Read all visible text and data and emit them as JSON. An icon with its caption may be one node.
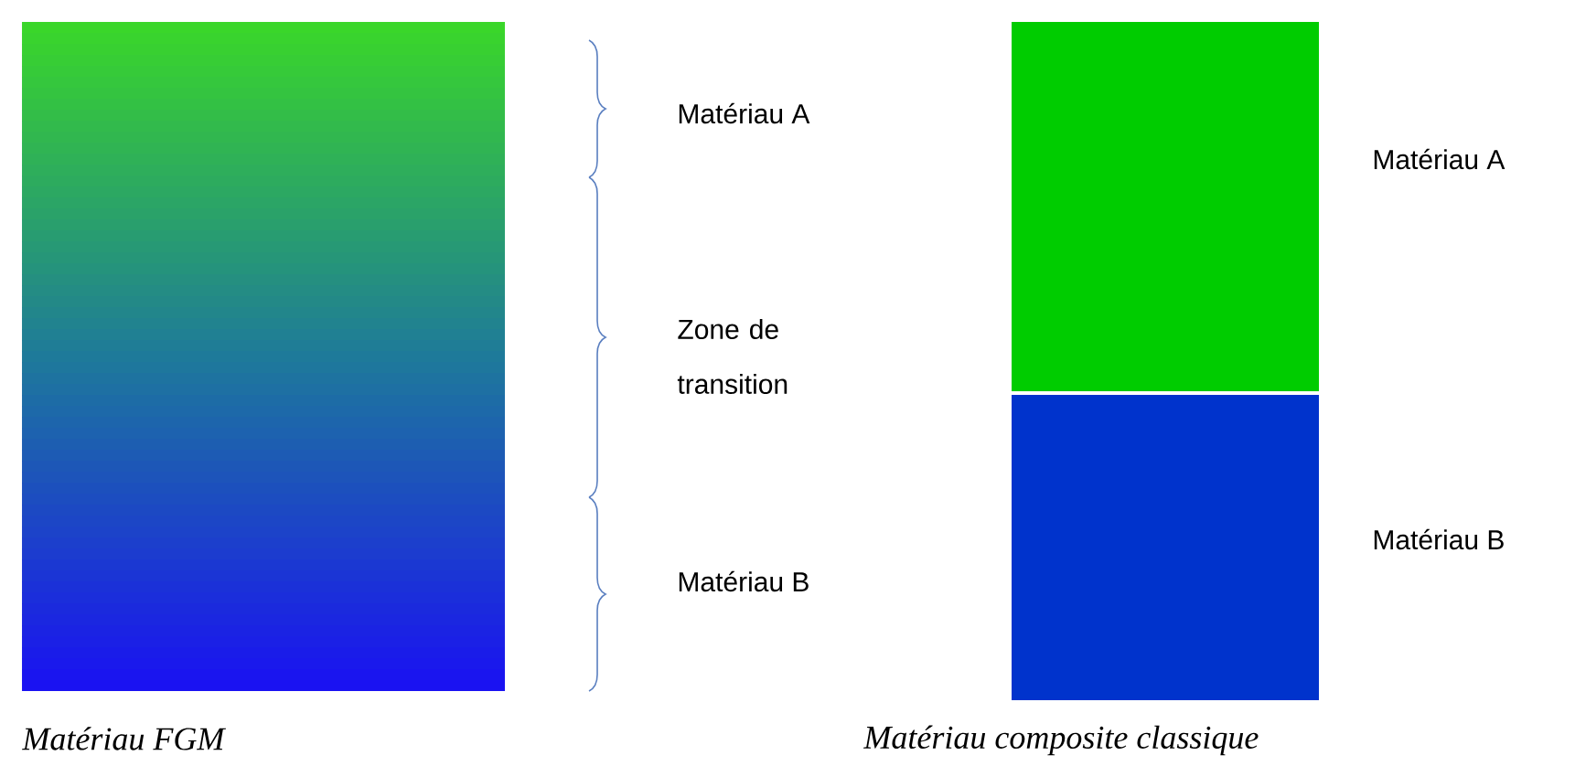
{
  "diagram": {
    "labels": [
      "Matériau A",
      "Zone de transition",
      "Matériau B",
      "Matériau FGM",
      "Matériau A",
      "Matériau B",
      "Matériau composite classique"
    ]
  }
}
